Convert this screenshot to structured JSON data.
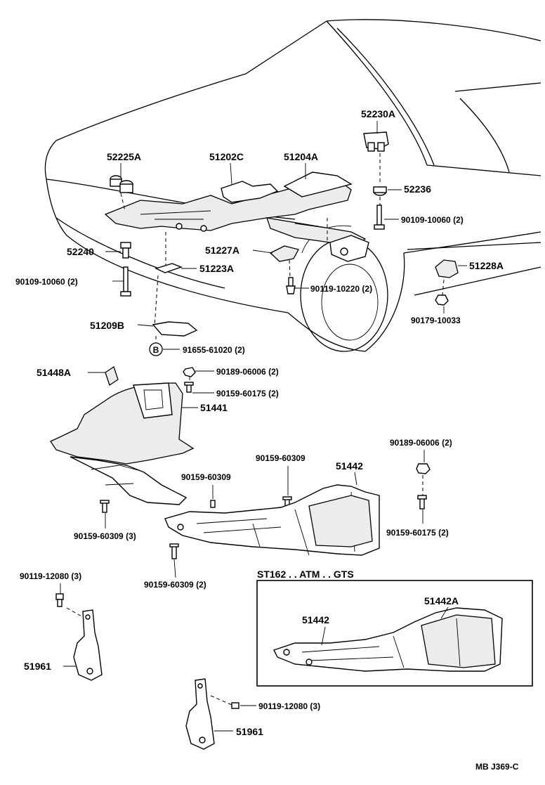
{
  "labels": {
    "p52230A": "52230A",
    "p52225A": "52225A",
    "p51202C": "51202C",
    "p51204A": "51204A",
    "p52236": "52236",
    "p90109_1": "90109-10060 (2)",
    "p52240": "52240",
    "p51227A": "51227A",
    "p51228A": "51228A",
    "p90109_2": "90109-10060 (2)",
    "p51223A": "51223A",
    "p90119_10220": "90119-10220 (2)",
    "p90179": "90179-10033",
    "p51209B": "51209B",
    "p91655": "91655-61020 (2)",
    "p51448A": "51448A",
    "p90189_1": "90189-06006 (2)",
    "p90159_60175_1": "90159-60175 (2)",
    "p51441": "51441",
    "p90189_2": "90189-06006 (2)",
    "p90159_60309_a": "90159-60309",
    "p51442": "51442",
    "p90159_60309_b": "90159-60309",
    "p90159_60309_3": "90159-60309 (3)",
    "p90159_60175_2": "90159-60175 (2)",
    "p90159_60309_2": "90159-60309 (2)",
    "p90119_12080_1": "90119-12080 (3)",
    "inset_title": "ST162 . . ATM . . GTS",
    "inset_51442": "51442",
    "inset_51442A": "51442A",
    "p51961_1": "51961",
    "p90119_12080_2": "90119-12080 (3)",
    "p51961_2": "51961",
    "marker_b": "B",
    "code": "MB  J369-C"
  }
}
